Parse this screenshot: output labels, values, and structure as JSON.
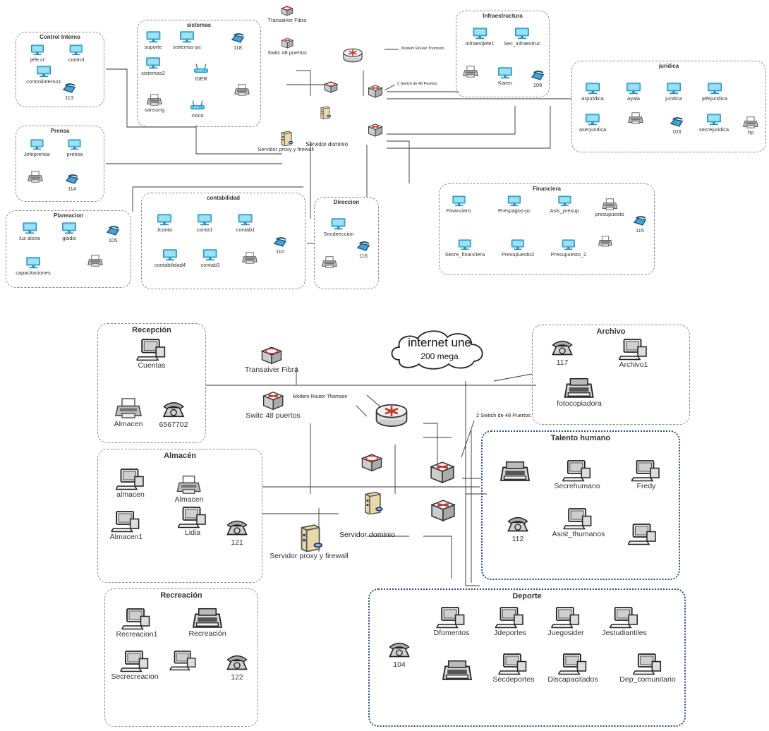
{
  "top": {
    "groups": [
      {
        "title": "Control Interno",
        "devices": [
          {
            "icon": "monitor-icon",
            "label": "jefe ct"
          },
          {
            "icon": "monitor-icon",
            "label": "control"
          },
          {
            "icon": "monitor-icon",
            "label": "controlinterno1"
          },
          {
            "icon": "phone-icon",
            "label": "113"
          }
        ]
      },
      {
        "title": "sistemas",
        "devices": [
          {
            "icon": "monitor-icon",
            "label": "soporte"
          },
          {
            "icon": "monitor-icon",
            "label": "sistemas-pc"
          },
          {
            "icon": "phone-icon",
            "label": "118"
          },
          {
            "icon": "monitor-icon",
            "label": "sistemas2"
          },
          {
            "icon": "access-point-icon",
            "label": "IDER"
          },
          {
            "icon": "printer-icon",
            "label": ""
          },
          {
            "icon": "printer-icon",
            "label": "sansung"
          },
          {
            "icon": "access-point-icon",
            "label": "cisco"
          }
        ]
      },
      {
        "title": "Prensa",
        "devices": [
          {
            "icon": "monitor-icon",
            "label": "Jefeprensa"
          },
          {
            "icon": "monitor-icon",
            "label": "prensa"
          },
          {
            "icon": "printer-icon",
            "label": ""
          },
          {
            "icon": "phone-icon",
            "label": "114"
          }
        ]
      },
      {
        "title": "Planeacion",
        "devices": [
          {
            "icon": "monitor-icon",
            "label": "luz alcira"
          },
          {
            "icon": "monitor-icon",
            "label": "gladis"
          },
          {
            "icon": "phone-icon",
            "label": "105"
          },
          {
            "icon": "monitor-icon",
            "label": "capacitaciones"
          },
          {
            "icon": "printer-icon",
            "label": ""
          }
        ]
      },
      {
        "title": "contabilidad",
        "devices": [
          {
            "icon": "monitor-icon",
            "label": "Jconta"
          },
          {
            "icon": "monitor-icon",
            "label": "conta1"
          },
          {
            "icon": "monitor-icon",
            "label": "contab1"
          },
          {
            "icon": "phone-icon",
            "label": "110"
          },
          {
            "icon": "monitor-icon",
            "label": "contabilidad4"
          },
          {
            "icon": "monitor-icon",
            "label": "contab3"
          },
          {
            "icon": "printer-icon",
            "label": ""
          }
        ]
      },
      {
        "title": "Direccion",
        "devices": [
          {
            "icon": "monitor-icon",
            "label": "Secdireccion"
          },
          {
            "icon": "phone-icon",
            "label": "116"
          },
          {
            "icon": "printer-icon",
            "label": ""
          }
        ]
      },
      {
        "title": "Infraestructura",
        "devices": [
          {
            "icon": "monitor-icon",
            "label": "Infraestjefe1"
          },
          {
            "icon": "monitor-icon",
            "label": "Sec_infraestruc"
          },
          {
            "icon": "printer-icon",
            "label": ""
          },
          {
            "icon": "monitor-icon",
            "label": "Karen"
          },
          {
            "icon": "phone-icon",
            "label": "106"
          }
        ]
      },
      {
        "title": "juridica",
        "devices": [
          {
            "icon": "monitor-icon",
            "label": "asjuridica"
          },
          {
            "icon": "monitor-icon",
            "label": "ayala"
          },
          {
            "icon": "monitor-icon",
            "label": "juridica"
          },
          {
            "icon": "monitor-icon",
            "label": "jefejuridica"
          },
          {
            "icon": "monitor-icon",
            "label": "aserjuridica"
          },
          {
            "icon": "printer-icon",
            "label": ""
          },
          {
            "icon": "phone-icon",
            "label": "103"
          },
          {
            "icon": "monitor-icon",
            "label": "secrejuridica"
          },
          {
            "icon": "printer-icon",
            "label": "hp"
          }
        ]
      },
      {
        "title": "Financiera",
        "devices": [
          {
            "icon": "monitor-icon",
            "label": "Financiero"
          },
          {
            "icon": "monitor-icon",
            "label": "Prespagos-pc"
          },
          {
            "icon": "monitor-icon",
            "label": "Asis_presup"
          },
          {
            "icon": "printer-icon",
            "label": "presupuesto"
          },
          {
            "icon": "phone-icon",
            "label": "115"
          },
          {
            "icon": "monitor-icon",
            "label": "Secre_financiera"
          },
          {
            "icon": "monitor-icon",
            "label": "Presupuesto2"
          },
          {
            "icon": "monitor-icon",
            "label": "Presupuesto_2"
          },
          {
            "icon": "printer-icon",
            "label": ""
          }
        ]
      }
    ],
    "core": [
      {
        "icon": "transceiver-icon",
        "label": "Transaiver Fibra"
      },
      {
        "icon": "switch-icon",
        "label": "Switc 48 puertos"
      },
      {
        "icon": "router-icon",
        "label": ""
      },
      {
        "icon": "transceiver-icon",
        "label": ""
      },
      {
        "icon": "switch-icon",
        "label": ""
      },
      {
        "icon": "server-icon",
        "label": ""
      },
      {
        "icon": "switch-icon",
        "label": ""
      },
      {
        "icon": "server-icon",
        "label": "Servidor proxy y firewall"
      }
    ],
    "notes": {
      "router": "Modem Router Thomson",
      "switches": "2 Switch de 48 Puertos",
      "server": "Servidor dominio"
    }
  },
  "bottom": {
    "cloud": {
      "title": "internet une",
      "subtitle": "200 mega"
    },
    "groups": [
      {
        "title": "Recepción",
        "devices": [
          {
            "icon": "workstation-icon",
            "label": "Cuentas"
          },
          {
            "icon": "printer-icon",
            "label": "Almacen"
          },
          {
            "icon": "telephone-icon",
            "label": "6567702"
          }
        ]
      },
      {
        "title": "Almacén",
        "devices": [
          {
            "icon": "workstation-icon",
            "label": "almacen"
          },
          {
            "icon": "printer-icon",
            "label": "Almacen"
          },
          {
            "icon": "workstation-icon",
            "label": "Almacen1"
          },
          {
            "icon": "workstation-icon",
            "label": "Lidia"
          },
          {
            "icon": "telephone-icon",
            "label": "121"
          }
        ]
      },
      {
        "title": "Recreación",
        "devices": [
          {
            "icon": "workstation-icon",
            "label": "Recreacion1"
          },
          {
            "icon": "big-printer-icon",
            "label": "Recreación"
          },
          {
            "icon": "workstation-icon",
            "label": "Secrecreacion"
          },
          {
            "icon": "workstation-icon",
            "label": ""
          },
          {
            "icon": "telephone-icon",
            "label": "122"
          }
        ]
      },
      {
        "title": "Archivo",
        "devices": [
          {
            "icon": "telephone-icon",
            "label": "117"
          },
          {
            "icon": "workstation-icon",
            "label": "Archivo1"
          },
          {
            "icon": "big-printer-icon",
            "label": "fotocopiadora"
          }
        ]
      },
      {
        "title": "Talento humano",
        "devices": [
          {
            "icon": "big-printer-icon",
            "label": ""
          },
          {
            "icon": "workstation-icon",
            "label": "Secrehumano"
          },
          {
            "icon": "workstation-icon",
            "label": "Fredy"
          },
          {
            "icon": "telephone-icon",
            "label": "112"
          },
          {
            "icon": "workstation-icon",
            "label": "Asist_thumanos"
          },
          {
            "icon": "workstation-icon",
            "label": ""
          }
        ]
      },
      {
        "title": "Deporte",
        "devices": [
          {
            "icon": "telephone-icon",
            "label": "104"
          },
          {
            "icon": "workstation-icon",
            "label": "Dfomentos"
          },
          {
            "icon": "workstation-icon",
            "label": "Jdeportes"
          },
          {
            "icon": "workstation-icon",
            "label": "Juegosider"
          },
          {
            "icon": "workstation-icon",
            "label": "Jestudiantiles"
          },
          {
            "icon": "big-printer-icon",
            "label": ""
          },
          {
            "icon": "workstation-icon",
            "label": "Secdeportes"
          },
          {
            "icon": "workstation-icon",
            "label": "Discapacitados"
          },
          {
            "icon": "workstation-icon",
            "label": "Dep_comunitario"
          }
        ]
      }
    ],
    "core": [
      {
        "icon": "transceiver-icon",
        "label": "Transaiver Fibra"
      },
      {
        "icon": "switch-icon",
        "label": "Switc 48 puertos"
      },
      {
        "icon": "router-icon",
        "label": ""
      },
      {
        "icon": "transceiver-icon",
        "label": ""
      },
      {
        "icon": "switch-icon",
        "label": ""
      },
      {
        "icon": "server-icon",
        "label": ""
      },
      {
        "icon": "switch-icon",
        "label": ""
      },
      {
        "icon": "server-icon",
        "label": "Servidor proxy y firewall"
      }
    ],
    "notes": {
      "router": "Modem Router Thomson",
      "switches": "2 Switch de 48 Puertos",
      "server": "Servidor dominio"
    }
  }
}
